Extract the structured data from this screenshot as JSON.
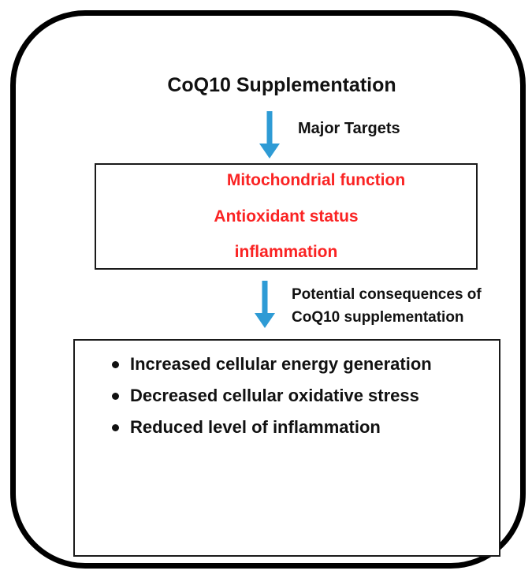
{
  "figure": {
    "title": "CoQ10 Supplementation",
    "arrow1": {
      "icon": "down-arrow-icon",
      "label": "Major Targets"
    },
    "targets_box": {
      "items": [
        "Mitochondrial function",
        "Antioxidant status",
        "inflammation"
      ]
    },
    "arrow2": {
      "icon": "down-arrow-icon",
      "label_line1": "Potential consequences of",
      "label_line2": "CoQ10 supplementation"
    },
    "consequences_box": {
      "items": [
        "Increased cellular energy generation",
        "Decreased cellular oxidative stress",
        "Reduced level of inflammation"
      ]
    },
    "colors": {
      "arrow_blue": "#2E9BD5",
      "target_text_red": "#FA2323",
      "frame_black": "#000000"
    }
  }
}
